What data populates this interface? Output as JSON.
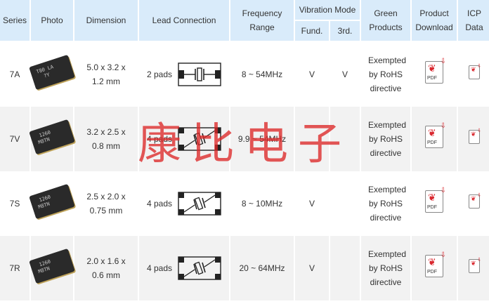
{
  "headers": {
    "series": "Series",
    "photo": "Photo",
    "dimension": "Dimension",
    "lead": "Lead Connection",
    "frequency": "Frequency Range",
    "vibration": "Vibration Mode",
    "fund": "Fund.",
    "third": "3rd.",
    "green": "Green Products",
    "download": "Product Download",
    "icp": "ICP Data"
  },
  "rows": [
    {
      "series": "7A",
      "chip_text": "T80 LA\n  ?Y",
      "dimension": "5.0 x 3.2 x 1.2 mm",
      "pads": "2 pads",
      "frequency": "8 ~ 54MHz",
      "fund": "V",
      "third": "V",
      "green": "Exempted by RoHS directive",
      "pdf_label": "PDF"
    },
    {
      "series": "7V",
      "chip_text": " 1260\nM8TN",
      "dimension": "3.2 x 2.5 x 0.8 mm",
      "pads": "4 pads",
      "frequency": "9.9 ~ 54MHz",
      "fund": "",
      "third": "",
      "green": "Exempted by RoHS directive",
      "pdf_label": "PDF"
    },
    {
      "series": "7S",
      "chip_text": " 1260\nM8TN",
      "dimension": "2.5 x 2.0 x 0.75 mm",
      "pads": "4 pads",
      "frequency": "8 ~ 10MHz",
      "fund": "V",
      "third": "",
      "green": "Exempted by RoHS directive",
      "pdf_label": "PDF"
    },
    {
      "series": "7R",
      "chip_text": " 1260\nM8TN",
      "dimension": "2.0 x 1.6 x 0.6 mm",
      "pads": "4 pads",
      "frequency": "20 ~ 64MHz",
      "fund": "V",
      "third": "",
      "green": "Exempted by RoHS directive",
      "pdf_label": "PDF"
    }
  ],
  "watermark": "康比电子",
  "colors": {
    "header_bg": "#d9ebfa",
    "row_alt": "#f2f2f2",
    "pdf_red": "#d9282f",
    "watermark": "#dc2828"
  },
  "icons": {
    "pdf": "pdf-download-icon",
    "icp": "icp-pdf-icon",
    "lead2": "two-pad-crystal-diagram",
    "lead4": "four-pad-crystal-diagram"
  }
}
